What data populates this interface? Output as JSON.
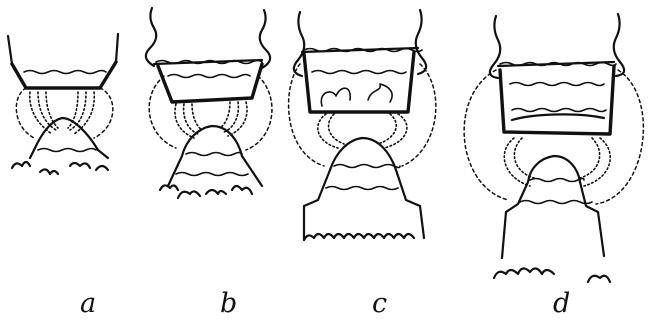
{
  "figure": {
    "panels": [
      {
        "id": "a",
        "label": "a"
      },
      {
        "id": "b",
        "label": "b"
      },
      {
        "id": "c",
        "label": "c"
      },
      {
        "id": "d",
        "label": "d"
      }
    ]
  }
}
